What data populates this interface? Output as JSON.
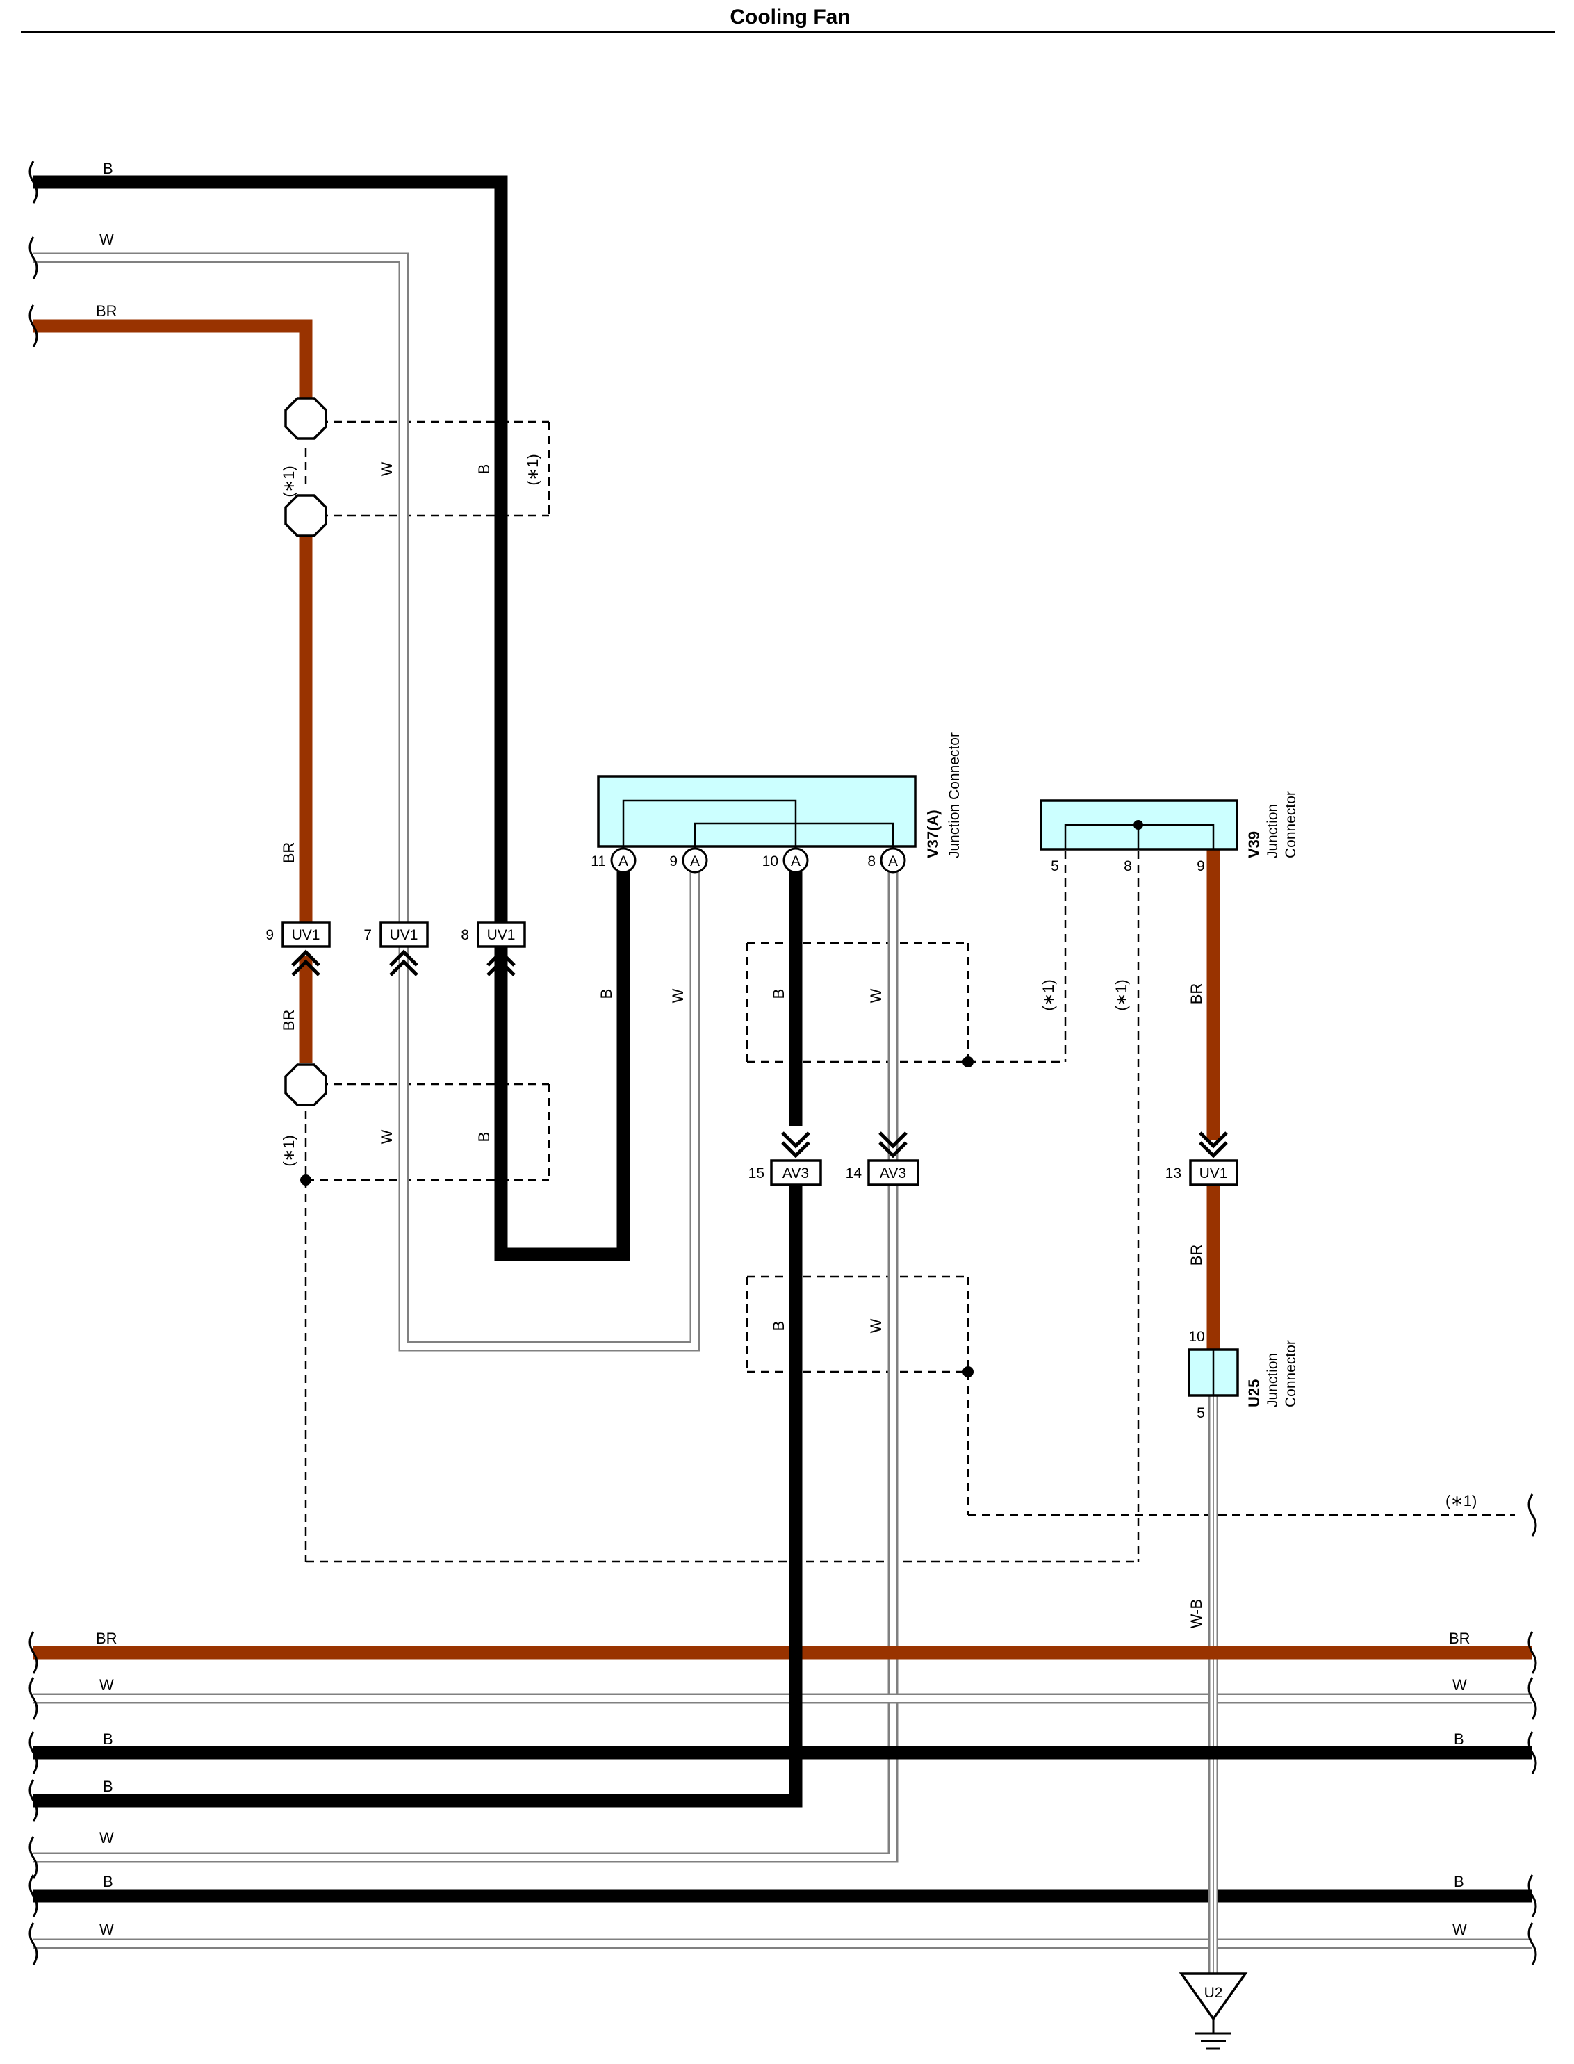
{
  "title": "Cooling Fan",
  "colors": {
    "B": "#000000",
    "W": "#ffffff",
    "BR": "#993300",
    "WB": "#ffffff",
    "connector_fill": "#ccffff",
    "ink": "#000000"
  },
  "wire_colors": {
    "B": "B",
    "W": "W",
    "BR": "BR",
    "WB": "W-B"
  },
  "note": "(∗1)",
  "connectors": {
    "uv1": {
      "code": "UV1",
      "pins": {
        "br_top": "9",
        "w_top": "7",
        "b_top": "8",
        "br_right": "13"
      }
    },
    "av3": {
      "code": "AV3",
      "pins": {
        "b": "15",
        "w": "14"
      }
    },
    "v37": {
      "name": "V37(A)",
      "type": "Junction Connector",
      "pin_letter": "A",
      "pins": [
        "11",
        "9",
        "10",
        "8"
      ]
    },
    "v39": {
      "name": "V39",
      "type_line1": "Junction",
      "type_line2": "Connector",
      "pins": [
        "5",
        "8",
        "9"
      ]
    },
    "u25": {
      "name": "U25",
      "type_line1": "Junction",
      "type_line2": "Connector",
      "pins": {
        "top": "10",
        "bottom": "5"
      }
    },
    "ground": {
      "code": "U2"
    }
  }
}
